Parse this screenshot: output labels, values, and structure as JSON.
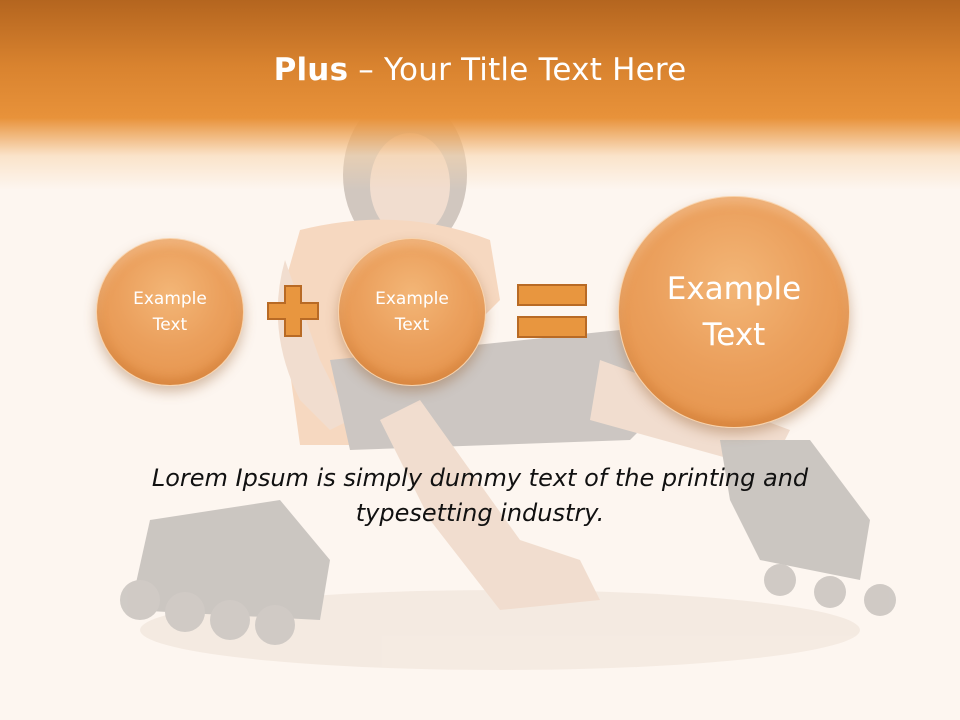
{
  "slide": {
    "title_bold": "Plus",
    "title_rest": " – Your Title Text Here",
    "circles": [
      {
        "label": "Example\nText"
      },
      {
        "label": "Example\nText"
      },
      {
        "label": "Example\nText"
      }
    ],
    "caption": "Lorem Ipsum is simply dummy text of the printing and typesetting industry."
  },
  "colors": {
    "header_orange": "#e8923a",
    "circle_orange": "#eba05d",
    "operator_fill": "#e8963f",
    "operator_stroke": "#b86a25"
  },
  "icons": {
    "plus_operator": "plus-icon",
    "equals_operator": "equals-icon",
    "background_photo": "inline-skater-photo"
  }
}
